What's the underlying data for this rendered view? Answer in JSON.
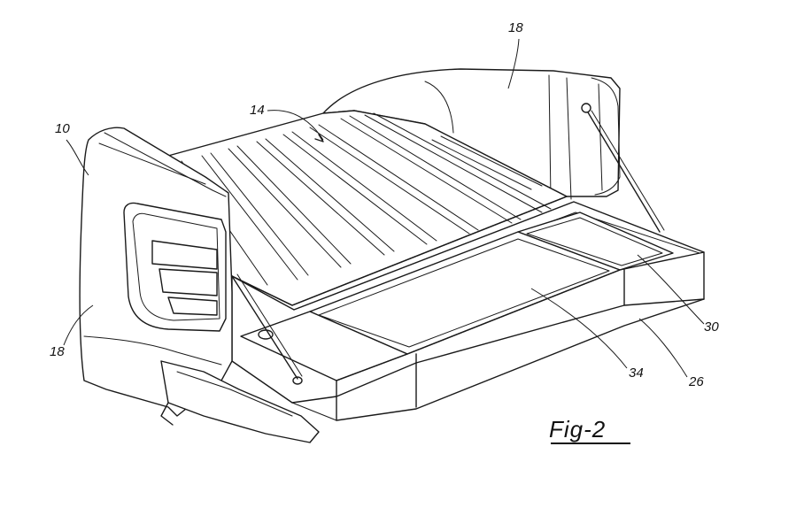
{
  "figure": {
    "title": "Fig-2",
    "reference_numerals": [
      "10",
      "14",
      "18",
      "18",
      "26",
      "30",
      "34"
    ]
  },
  "labels": {
    "n10": "10",
    "n14": "14",
    "n18_top": "18",
    "n18_left": "18",
    "n26": "26",
    "n30": "30",
    "n34": "34"
  }
}
